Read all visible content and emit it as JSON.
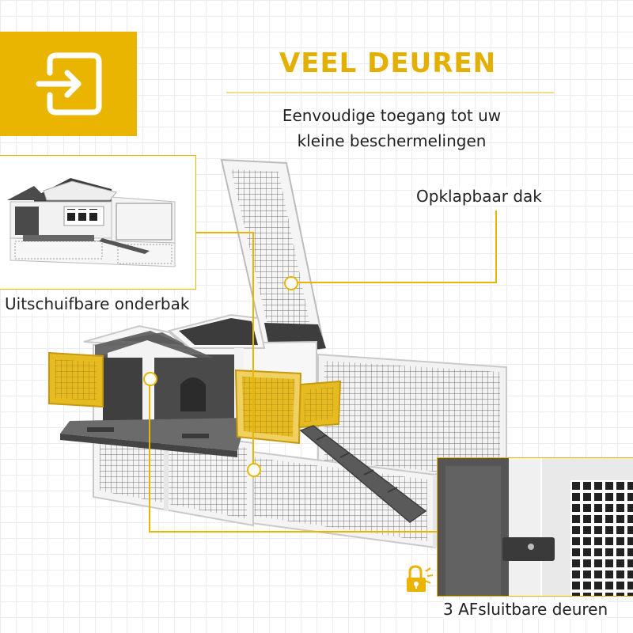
{
  "heading": "VEEL DEUREN",
  "subtitle_line1": "Eenvoudige toegang tot uw",
  "subtitle_line2": "kleine beschermelingen",
  "labels": {
    "roof": "Opklapbaar dak",
    "tray": "Uitschuifbare onderbak",
    "doors": "3 AFsluitbare deuren"
  },
  "icons": {
    "header": "enter-arrow-icon",
    "lock": "lock-icon"
  },
  "colors": {
    "accent": "#e9b500",
    "door_yellow": "#e6bb22",
    "wood_gray": "#5a5a5a",
    "frame_white": "#f7f7f7"
  }
}
